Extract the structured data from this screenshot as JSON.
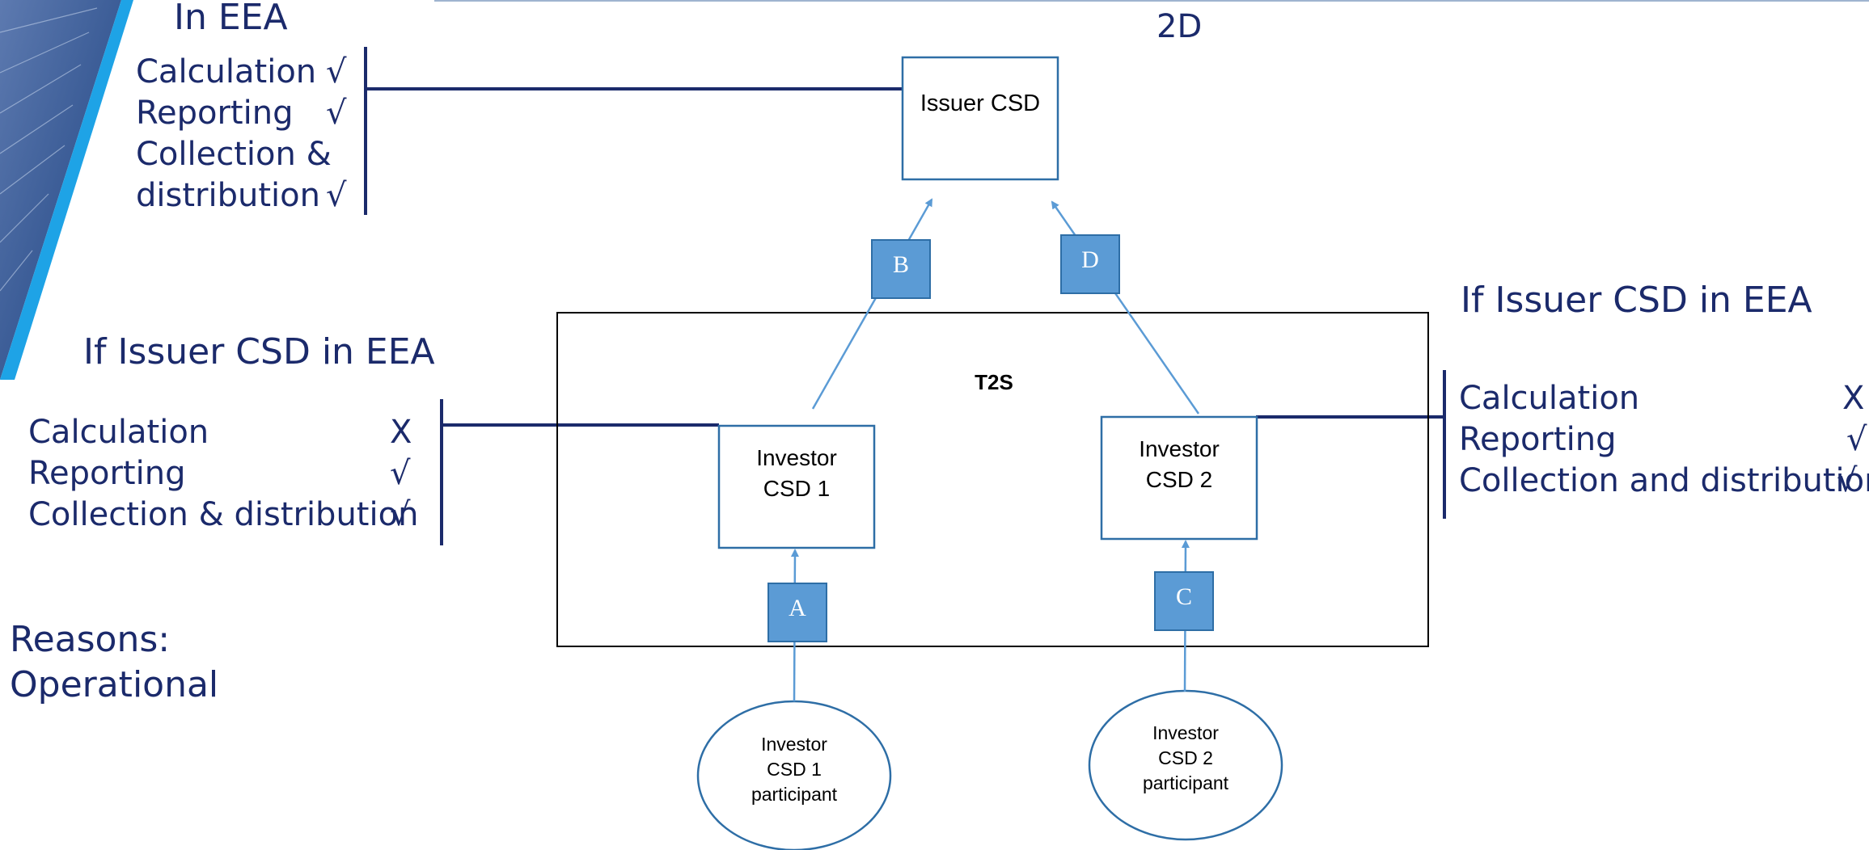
{
  "colors": {
    "navy": "#1b2a6b",
    "box_border": "#2e6ea6",
    "arrow": "#5b9bd5",
    "square_fill": "#5b9bd5"
  },
  "slide": {
    "label": "2D"
  },
  "top_left": {
    "heading": "In EEA",
    "rows": [
      {
        "label": "Calculation",
        "mark": "√"
      },
      {
        "label": "Reporting",
        "mark": "√"
      },
      {
        "label": "Collection &",
        "mark": ""
      },
      {
        "label": "distribution",
        "mark": "√"
      }
    ]
  },
  "left": {
    "heading": "If Issuer CSD in EEA",
    "rows": [
      {
        "label": "Calculation",
        "mark": "X"
      },
      {
        "label": "Reporting",
        "mark": "√"
      },
      {
        "label": "Collection & distribution",
        "mark": "√"
      }
    ]
  },
  "right": {
    "heading": "If Issuer CSD in EEA",
    "rows": [
      {
        "label": "Calculation",
        "mark": "X"
      },
      {
        "label": "Reporting",
        "mark": "√"
      },
      {
        "label": "Collection and distribution",
        "mark": "√"
      }
    ]
  },
  "reasons": {
    "line1": "Reasons:",
    "line2": "Operational"
  },
  "diagram": {
    "issuer": "Issuer CSD",
    "t2s": "T2S",
    "inv1": {
      "line1": "Investor",
      "line2": "CSD 1"
    },
    "inv2": {
      "line1": "Investor",
      "line2": "CSD 2"
    },
    "part1": {
      "line1": "Investor",
      "line2": "CSD 1",
      "line3": "participant"
    },
    "part2": {
      "line1": "Investor",
      "line2": "CSD 2",
      "line3": "participant"
    },
    "links": {
      "a": "A",
      "b": "B",
      "c": "C",
      "d": "D"
    }
  }
}
